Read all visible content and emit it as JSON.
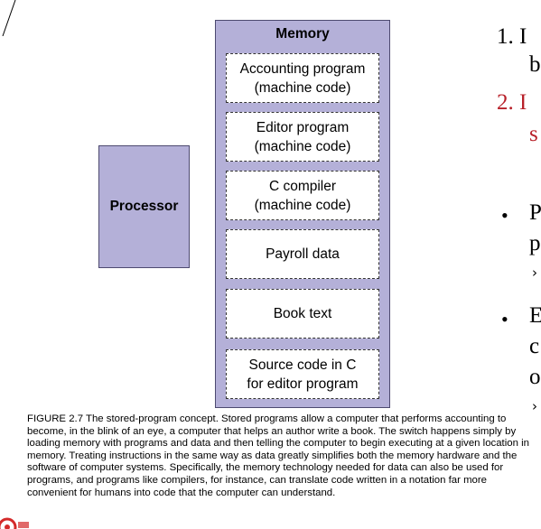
{
  "diagram": {
    "processor_label": "Processor",
    "memory_title": "Memory",
    "memory_blocks": [
      "Accounting program\n(machine code)",
      "Editor program\n(machine code)",
      "C compiler\n(machine code)",
      "Payroll data",
      "Book text",
      "Source code in C\nfor editor program"
    ]
  },
  "slide_text": {
    "item1_line1": "1. I",
    "item1_line2": "b",
    "item2_line1": "2. I",
    "item2_line2": "s",
    "bullet1_line1": "P",
    "bullet1_line2": "p",
    "bullet2_line1": "E",
    "bullet2_line2": "c",
    "bullet2_line3": "o",
    "sub_marker": "›"
  },
  "caption": "FIGURE 2.7 The stored-program concept. Stored programs allow a computer that performs accounting to become, in the blink of an eye, a computer that helps an author write a book. The switch happens simply by loading memory with programs and data and then telling the computer to begin executing at a given location in memory. Treating instructions in the same way as data greatly simplifies both the memory hardware and the software of computer systems. Specifically, the memory technology needed for data can also be used for programs, and programs like compilers, for instance, can translate code written in a notation far more convenient for humans into code that the computer can understand.",
  "colors": {
    "box_fill": "#b4b0d8",
    "accent_red": "#b8212a"
  }
}
